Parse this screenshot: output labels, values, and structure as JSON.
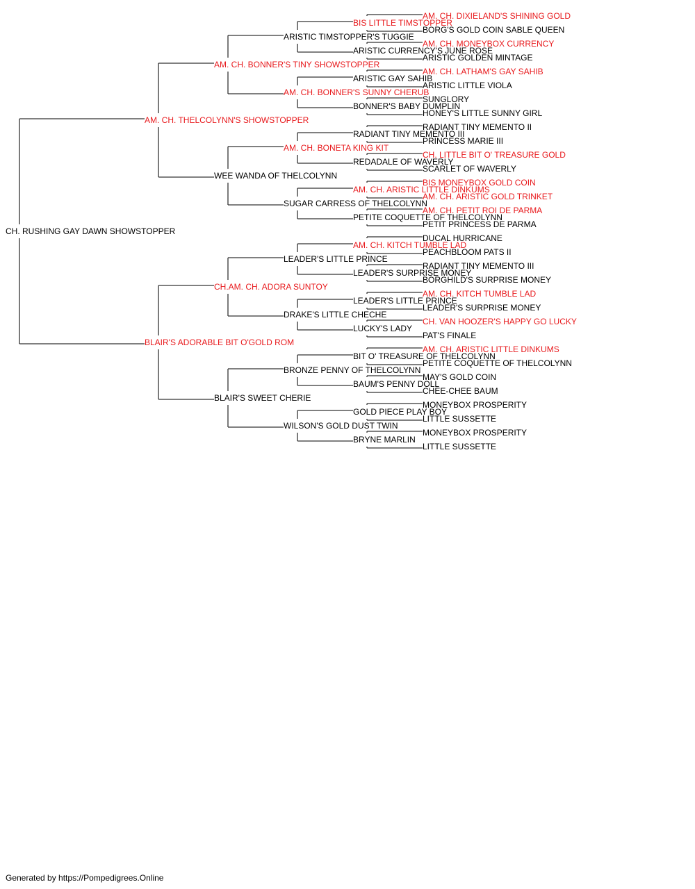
{
  "colors": {
    "champion": "#e8191c",
    "regular": "#000000",
    "line": "#333333"
  },
  "pedigree": {
    "subject": {
      "name": "CH. RUSHING GAY DAWN SHOWSTOPPER",
      "champion": false
    },
    "gen1": [
      {
        "name": "AM. CH. THELCOLYNN'S SHOWSTOPPER",
        "champion": true
      },
      {
        "name": "BLAIR'S ADORABLE BIT O'GOLD ROM",
        "champion": true
      }
    ],
    "gen2": [
      {
        "name": "AM. CH. BONNER'S TINY SHOWSTOPPER",
        "champion": true
      },
      {
        "name": "WEE WANDA OF THELCOLYNN",
        "champion": false
      },
      {
        "name": "CH.AM. CH. ADORA SUNTOY",
        "champion": true
      },
      {
        "name": "BLAIR'S SWEET CHERIE",
        "champion": false
      }
    ],
    "gen3": [
      {
        "name": "ARISTIC TIMSTOPPER'S TUGGIE",
        "champion": false
      },
      {
        "name": "AM. CH. BONNER'S SUNNY CHERUB",
        "champion": true
      },
      {
        "name": "AM. CH. BONETA KING KIT",
        "champion": true
      },
      {
        "name": "SUGAR CARRESS OF THELCOLYNN",
        "champion": false
      },
      {
        "name": "LEADER'S LITTLE PRINCE",
        "champion": false
      },
      {
        "name": "DRAKE'S LITTLE CHECHE",
        "champion": false
      },
      {
        "name": "BRONZE PENNY OF THELCOLYNN",
        "champion": false
      },
      {
        "name": "WILSON'S GOLD DUST TWIN",
        "champion": false
      }
    ],
    "gen4": [
      {
        "name": "BIS LITTLE TIMSTOPPER",
        "champion": true
      },
      {
        "name": "ARISTIC CURRENCY'S JUNE ROSE",
        "champion": false
      },
      {
        "name": "ARISTIC GAY SAHIB",
        "champion": false
      },
      {
        "name": "BONNER'S BABY DUMPLIN",
        "champion": false
      },
      {
        "name": "RADIANT TINY MEMENTO III",
        "champion": false
      },
      {
        "name": "REDADALE OF WAVERLY",
        "champion": false
      },
      {
        "name": "AM. CH. ARISTIC LITTLE DINKUMS",
        "champion": true
      },
      {
        "name": "PETITE COQUETTE OF THELCOLYNN",
        "champion": false
      },
      {
        "name": "AM. CH. KITCH TUMBLE LAD",
        "champion": true
      },
      {
        "name": "LEADER'S SURPRISE MONEY",
        "champion": false
      },
      {
        "name": "LEADER'S LITTLE PRINCE",
        "champion": false
      },
      {
        "name": "LUCKY'S LADY",
        "champion": false
      },
      {
        "name": "BIT O' TREASURE OF THELCOLYNN",
        "champion": false
      },
      {
        "name": "BAUM'S PENNY DOLL",
        "champion": false
      },
      {
        "name": "GOLD PIECE PLAY BOY",
        "champion": false
      },
      {
        "name": "BRYNE MARLIN",
        "champion": false
      }
    ],
    "gen5": [
      {
        "name": "AM. CH. DIXIELAND'S SHINING GOLD",
        "champion": true
      },
      {
        "name": "BORG'S GOLD COIN SABLE QUEEN",
        "champion": false
      },
      {
        "name": "AM. CH. MONEYBOX CURRENCY",
        "champion": true
      },
      {
        "name": "ARISTIC GOLDEN MINTAGE",
        "champion": false
      },
      {
        "name": "AM. CH. LATHAM'S GAY SAHIB",
        "champion": true
      },
      {
        "name": "ARISTIC LITTLE VIOLA",
        "champion": false
      },
      {
        "name": "SUNGLORY",
        "champion": false
      },
      {
        "name": "HONEY'S LITTLE SUNNY GIRL",
        "champion": false
      },
      {
        "name": "RADIANT TINY MEMENTO II",
        "champion": false
      },
      {
        "name": "PRINCESS MARIE III",
        "champion": false
      },
      {
        "name": "CH. LITTLE BIT O' TREASURE GOLD",
        "champion": true
      },
      {
        "name": "SCARLET OF WAVERLY",
        "champion": false
      },
      {
        "name": "BIS MONEYBOX GOLD COIN",
        "champion": true
      },
      {
        "name": "AM. CH. ARISTIC GOLD TRINKET",
        "champion": true
      },
      {
        "name": "AM. CH. PETIT ROI DE PARMA",
        "champion": true
      },
      {
        "name": "PETIT PRINCESS DE PARMA",
        "champion": false
      },
      {
        "name": "DUCAL HURRICANE",
        "champion": false
      },
      {
        "name": "PEACHBLOOM PATS II",
        "champion": false
      },
      {
        "name": "RADIANT TINY MEMENTO III",
        "champion": false
      },
      {
        "name": "BORGHILD'S SURPRISE MONEY",
        "champion": false
      },
      {
        "name": "AM. CH. KITCH TUMBLE LAD",
        "champion": true
      },
      {
        "name": "LEADER'S SURPRISE MONEY",
        "champion": false
      },
      {
        "name": "CH. VAN HOOZER'S HAPPY GO LUCKY",
        "champion": true
      },
      {
        "name": "PAT'S FINALE",
        "champion": false
      },
      {
        "name": "AM. CH. ARISTIC LITTLE DINKUMS",
        "champion": true
      },
      {
        "name": "PETITE COQUETTE OF THELCOLYNN",
        "champion": false
      },
      {
        "name": "MAY'S GOLD COIN",
        "champion": false
      },
      {
        "name": "CHEE-CHEE BAUM",
        "champion": false
      },
      {
        "name": "MONEYBOX PROSPERITY",
        "champion": false
      },
      {
        "name": "LITTLE SUSSETTE",
        "champion": false
      },
      {
        "name": "MONEYBOX PROSPERITY",
        "champion": false
      },
      {
        "name": "LITTLE SUSSETTE",
        "champion": false
      }
    ]
  },
  "footer": {
    "text": "Generated by https://Pompedigrees.Online"
  }
}
